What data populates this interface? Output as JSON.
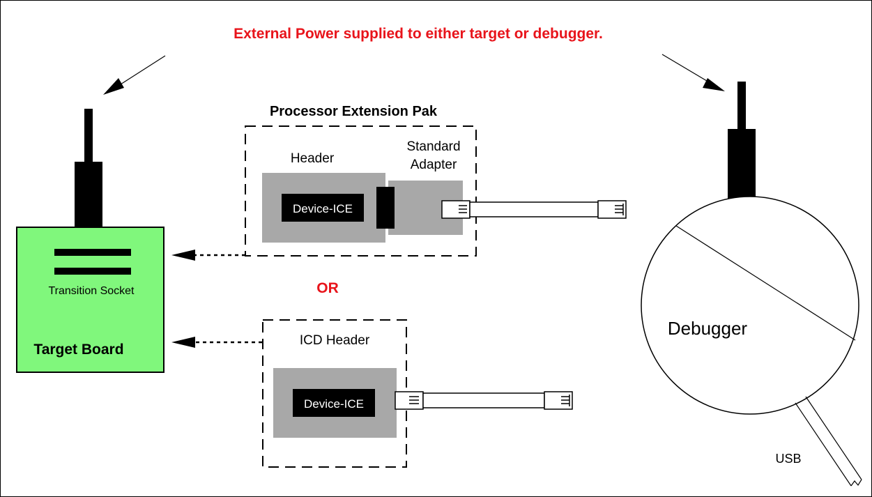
{
  "top_label": "External Power supplied to either target or debugger.",
  "pep_title": "Processor Extension Pak",
  "header_label": "Header",
  "standard_label_line1": "Standard",
  "standard_label_line2": "Adapter",
  "device_ice_1": "Device-ICE",
  "device_ice_2": "Device-ICE",
  "or_label": "OR",
  "icd_header_label": "ICD Header",
  "transition_socket_label": "Transition Socket",
  "target_board_label": "Target Board",
  "debugger_label": "Debugger",
  "usb_label": "USB",
  "colors": {
    "accent_red": "#e8141b",
    "target_board_green": "#80f77c",
    "header_gray": "#a8a8a8",
    "black": "#000000"
  }
}
